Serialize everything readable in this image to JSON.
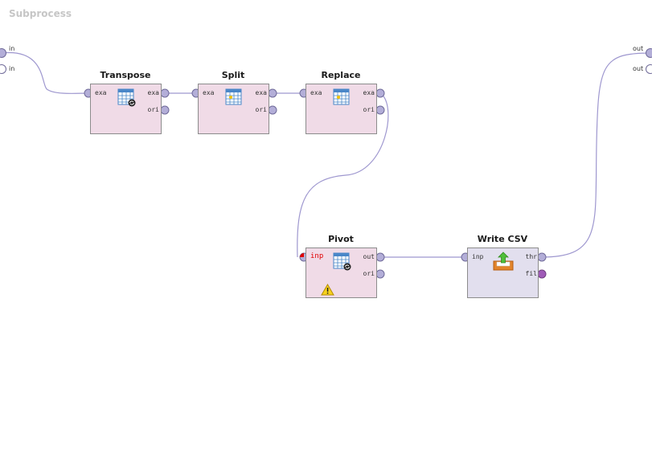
{
  "title": "Subprocess",
  "outer_ports": {
    "left": [
      "in",
      "in"
    ],
    "right": [
      "out",
      "out"
    ]
  },
  "operators": {
    "transpose": {
      "name": "Transpose",
      "in": [
        "exa"
      ],
      "out": [
        "exa",
        "ori"
      ]
    },
    "split": {
      "name": "Split",
      "in": [
        "exa"
      ],
      "out": [
        "exa",
        "ori"
      ]
    },
    "replace": {
      "name": "Replace",
      "in": [
        "exa"
      ],
      "out": [
        "exa",
        "ori"
      ]
    },
    "pivot": {
      "name": "Pivot",
      "in": [
        "inp"
      ],
      "out": [
        "out",
        "ori"
      ]
    },
    "write_csv": {
      "name": "Write CSV",
      "in": [
        "inp"
      ],
      "out": [
        "thr",
        "fil"
      ]
    }
  },
  "colors": {
    "wire": "#9e97cf",
    "port_fill": "#b3aed8",
    "operator_bg": "#f0dbe7",
    "csv_bg": "#e2dfee",
    "error": "#e00000"
  },
  "icons": {
    "transpose": "table-refresh-icon",
    "split": "table-star-icon",
    "replace": "table-star-icon",
    "pivot": "table-refresh-icon",
    "write_csv": "export-icon",
    "warning": "warning-icon"
  }
}
